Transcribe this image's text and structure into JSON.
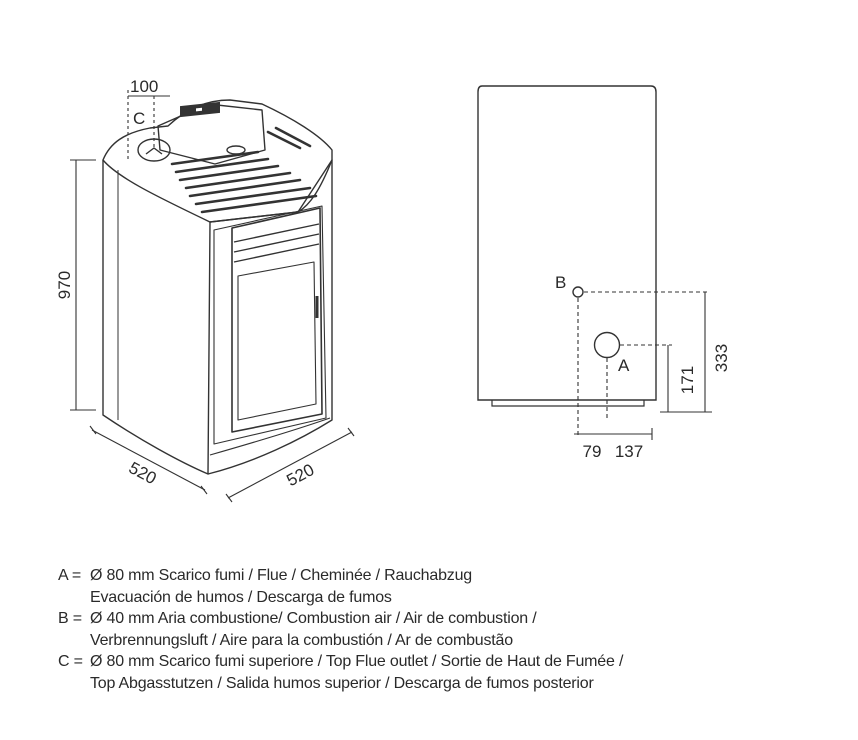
{
  "front_view": {
    "dimensions": {
      "height": "970",
      "depth": "520",
      "width": "520",
      "top_offset": "100"
    },
    "marker_c": "C"
  },
  "rear_view": {
    "marker_a": "A",
    "marker_b": "B",
    "dimensions": {
      "a_height": "171",
      "b_height": "333",
      "b_offset": "79",
      "a_offset": "137"
    }
  },
  "legend": [
    {
      "key": "A =",
      "lines": [
        "Ø 80 mm  Scarico fumi / Flue / Cheminée / Rauchabzug",
        "Evacuación de humos / Descarga de fumos"
      ]
    },
    {
      "key": "B =",
      "lines": [
        "Ø 40 mm  Aria combustione/ Combustion air / Air de combustion /",
        "Verbrennungsluft / Aire para la combustión / Ar de combustão"
      ]
    },
    {
      "key": "C =",
      "lines": [
        "Ø 80 mm  Scarico fumi superiore / Top Flue outlet / Sortie de Haut de Fumée /",
        "Top Abgasstutzen / Salida humos superior / Descarga de fumos posterior"
      ]
    }
  ]
}
